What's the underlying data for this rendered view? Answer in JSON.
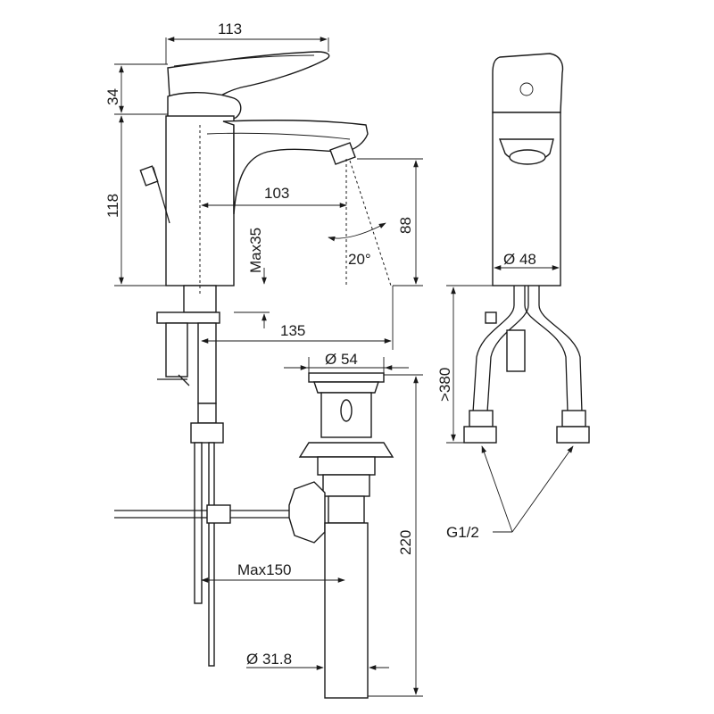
{
  "drawing": {
    "dimensions": {
      "handle_depth": "113",
      "handle_height": "34",
      "body_height": "118",
      "spout_reach": "103",
      "spout_height": "88",
      "max_deck": "Max35",
      "spray_angle": "20°",
      "body_diameter": "Ø 48",
      "hose_length": ">380",
      "spout_center": "135",
      "waste_flange": "Ø 54",
      "waste_length": "220",
      "rod_max": "Max150",
      "tail_diameter": "Ø 31.8",
      "connection": "G1/2"
    }
  }
}
